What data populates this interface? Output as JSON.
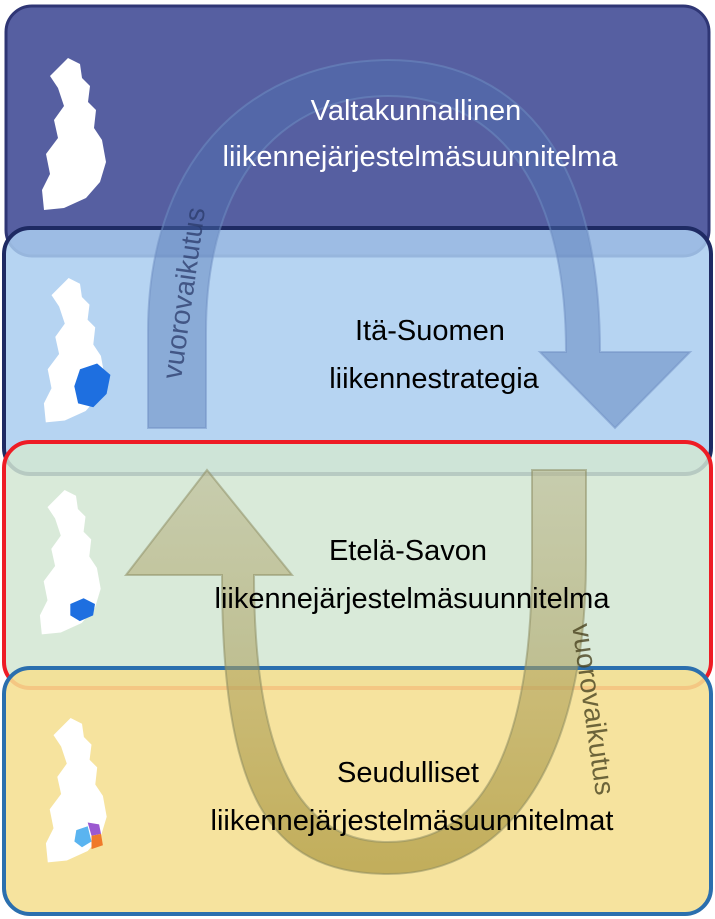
{
  "levels": [
    {
      "lines": [
        "Valtakunnallinen",
        "liikennejärjestelmäsuunnitelma"
      ],
      "fill": "#3f4994",
      "border": "#2f3675",
      "text_color": "#ffffff",
      "map_highlight": "none"
    },
    {
      "lines": [
        "Itä-Suomen",
        "liikennestrategia"
      ],
      "fill": "#a9cdf0",
      "border": "#1e2a63",
      "text_color": "#000000",
      "map_highlight": "region"
    },
    {
      "lines": [
        "Etelä-Savon",
        "liikennejärjestelmäsuunnitelma"
      ],
      "fill": "#d2e6d2",
      "border": "#ee1c25",
      "text_color": "#000000",
      "map_highlight": "province"
    },
    {
      "lines": [
        "Seudulliset",
        "liikennejärjestelmäsuunnitelmat"
      ],
      "fill": "#f5df91",
      "border": "#2b6fae",
      "text_color": "#000000",
      "map_highlight": "subregions"
    }
  ],
  "arrows": {
    "down_label": "vuorovaikutus",
    "up_label": "vuorovaikutus"
  },
  "colors": {
    "map_fill": "#ffffff",
    "map_highlight": "#1e6fe0",
    "subregion_colors": [
      "#9b59d0",
      "#f07a2a",
      "#5ab4f0"
    ]
  }
}
